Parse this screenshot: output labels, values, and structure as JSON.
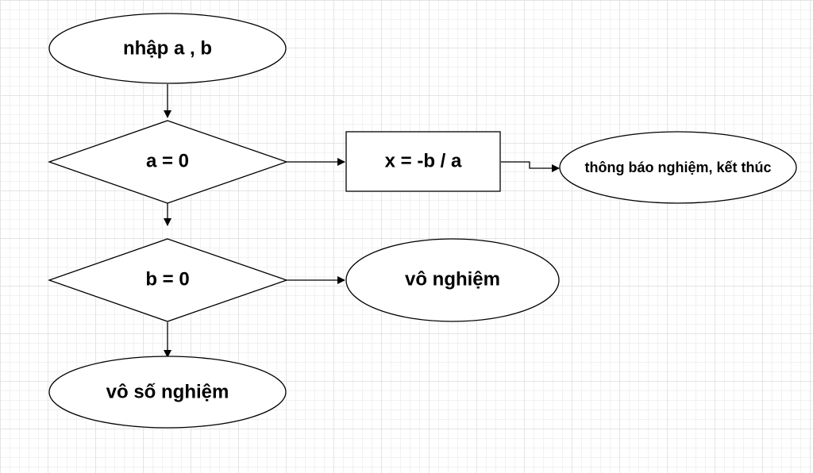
{
  "diagram": {
    "nodes": {
      "input": "nhập a , b",
      "cond_a": "a = 0",
      "compute": "x = -b / a",
      "report": "thông báo nghiệm, kết thúc",
      "cond_b": "b = 0",
      "no_solution": "vô nghiệm",
      "infinite_solutions": "vô số nghiệm"
    }
  }
}
